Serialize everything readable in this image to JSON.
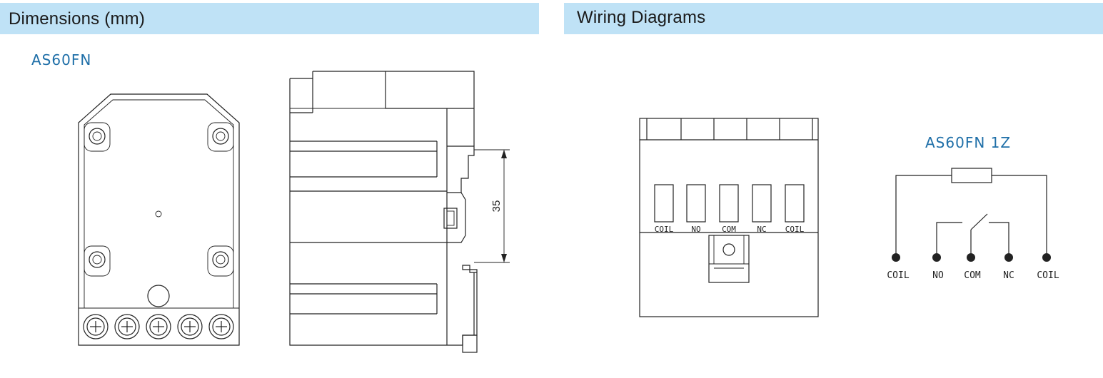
{
  "sections": {
    "dimensions_title": "Dimensions (mm)",
    "wiring_title": "Wiring Diagrams"
  },
  "dimensions": {
    "model": "AS60FN",
    "rail_dimension": "35"
  },
  "wiring": {
    "model": "AS60FN 1Z",
    "front_terminals": [
      "COIL",
      "NO",
      "COM",
      "NC",
      "COIL"
    ],
    "schematic_terminals": [
      "COIL",
      "NO",
      "COM",
      "NC",
      "COIL"
    ]
  },
  "colors": {
    "header_bg": "#bfe2f6",
    "model_text": "#1f6fa8",
    "line": "#222222"
  }
}
